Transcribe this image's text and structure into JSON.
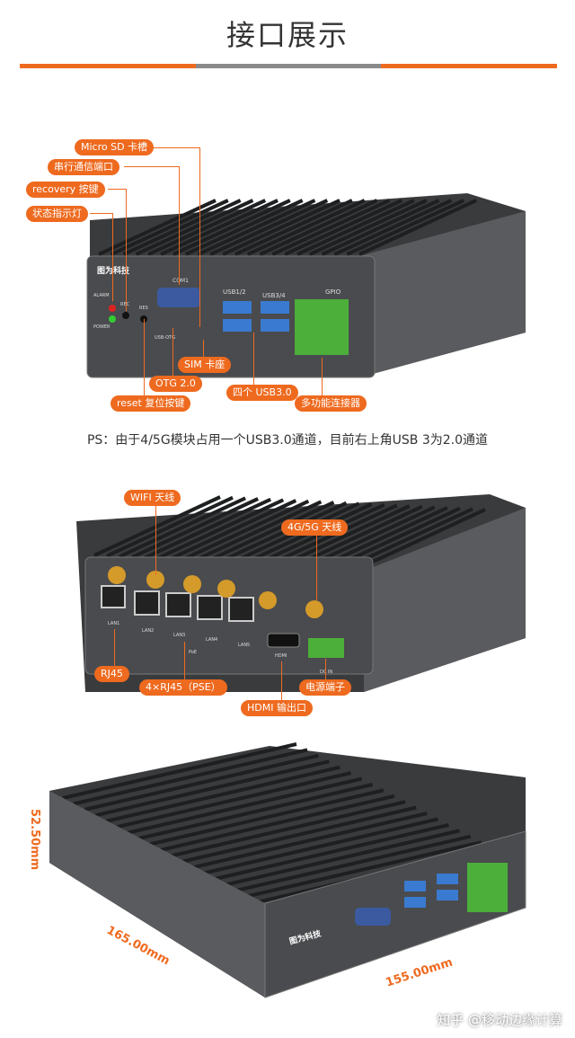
{
  "title": "接口展示",
  "colors": {
    "accent": "#ee6a1f",
    "divider_mid": "#8a8a8a",
    "chassis": "#4a4b4e",
    "fins": "#2b2c2e"
  },
  "front_panel": {
    "brand": "图为科技",
    "labels": [
      "Micro SD 卡槽",
      "串行通信端口",
      "recovery 按键",
      "状态指示灯",
      "SIM 卡座",
      "OTG 2.0",
      "reset 复位按键",
      "四个 USB3.0",
      "多功能连接器"
    ],
    "silkscreen": {
      "com": "COM1",
      "usb12": "USB1/2",
      "usb34": "USB3/4",
      "gpio": "GPIO",
      "otg": "USB-OTG",
      "alarm": "ALARM",
      "power": "POWER",
      "rec": "REC",
      "res": "RES"
    }
  },
  "ps_note": "PS：由于4/5G模块占用一个USB3.0通道，目前右上角USB 3为2.0通道",
  "rear_panel": {
    "labels": [
      "WIFI 天线",
      "4G/5G 天线",
      "RJ45",
      "4×RJ45（PSE）",
      "电源端子",
      "HDMI 输出口"
    ],
    "silkscreen": {
      "lan1": "LAN1",
      "lan2": "LAN2",
      "lan3": "LAN3",
      "lan4": "LAN4",
      "lan5": "LAN5",
      "poe": "PoE",
      "hdmi": "HDMI",
      "dcin": "DC IN"
    }
  },
  "dimensions": {
    "height": "52.50mm",
    "width": "165.00mm",
    "depth": "155.00mm"
  },
  "watermark": "知乎 @移动边缘计算"
}
